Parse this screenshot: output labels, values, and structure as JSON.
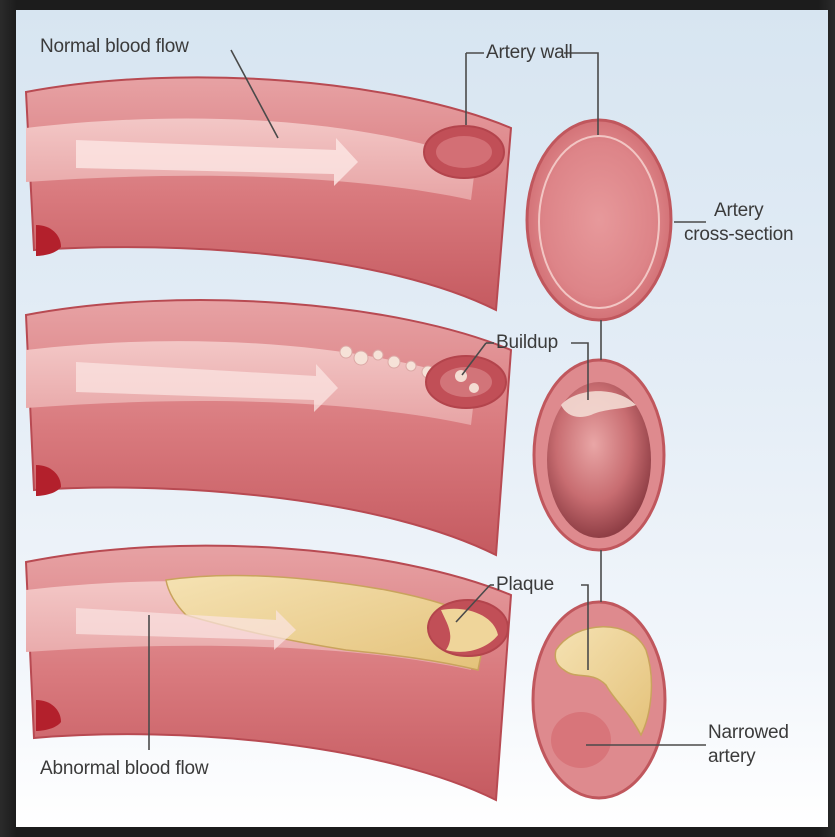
{
  "labels": {
    "normal_flow": "Normal blood flow",
    "artery_wall": "Artery wall",
    "cross_section_line1": "Artery",
    "cross_section_line2": "cross-section",
    "buildup": "Buildup",
    "plaque": "Plaque",
    "narrowed_line1": "Narrowed",
    "narrowed_line2": "artery",
    "abnormal_flow": "Abnormal blood flow"
  },
  "colors": {
    "artery_outer": "#d87a7e",
    "artery_inner": "#c9585f",
    "lumen": "#f6d6d4",
    "plaque": "#efd59a",
    "background": "#e4edf6"
  }
}
